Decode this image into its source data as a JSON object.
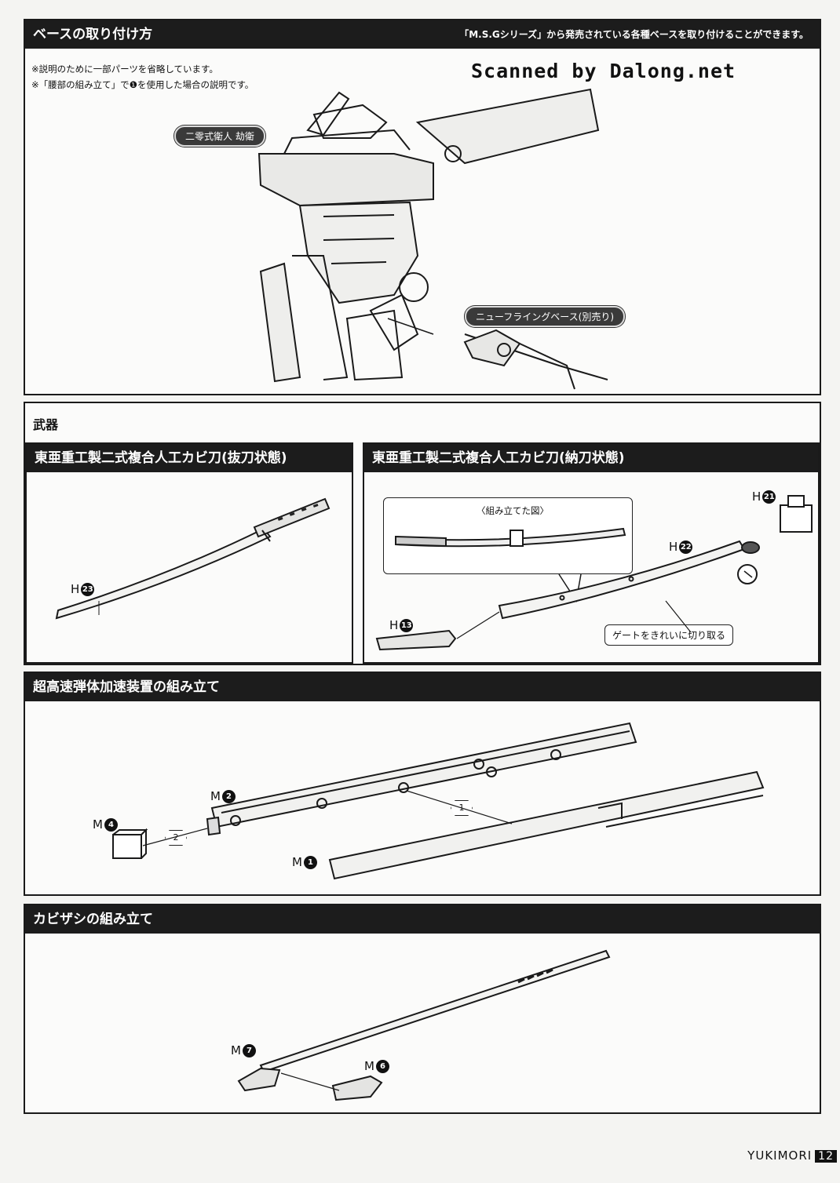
{
  "sections": {
    "base": {
      "title": "ベースの取り付け方",
      "note": "「M.S.Gシリーズ」から発売されている各種ベースを取り付けることができます。",
      "notes": [
        "※説明のために一部パーツを省略しています。",
        "※「腰部の組み立て」で❶を使用した場合の説明です。"
      ],
      "figure_label": "二零式衛人 劫衛",
      "base_label": "ニューフライングベース(別売り)"
    },
    "weapons": {
      "title": "武器",
      "drawn_title": "東亜重工製二式複合人工カビ刀(抜刀状態)",
      "sheathed_title": "東亜重工製二式複合人工カビ刀(納刀状態)",
      "assembled_label": "〈組み立てた図〉",
      "gate_note": "ゲートをきれいに切り取る",
      "parts": {
        "h23": "H",
        "h23_n": "23",
        "h21": "H",
        "h21_n": "21",
        "h22": "H",
        "h22_n": "22",
        "h13": "H",
        "h13_n": "13"
      }
    },
    "accelerator": {
      "title": "超高速弾体加速装置の組み立て",
      "parts": {
        "m2": "M",
        "m2_n": "2",
        "m4": "M",
        "m4_n": "4",
        "m1": "M",
        "m1_n": "1"
      },
      "steps": [
        "1",
        "2"
      ]
    },
    "kabizashi": {
      "title": "カビザシの組み立て",
      "parts": {
        "m7": "M",
        "m7_n": "7",
        "m6": "M",
        "m6_n": "6"
      }
    }
  },
  "watermark": "Scanned by Dalong.net",
  "footer": {
    "brand": "YUKIMORI",
    "page": "12"
  }
}
